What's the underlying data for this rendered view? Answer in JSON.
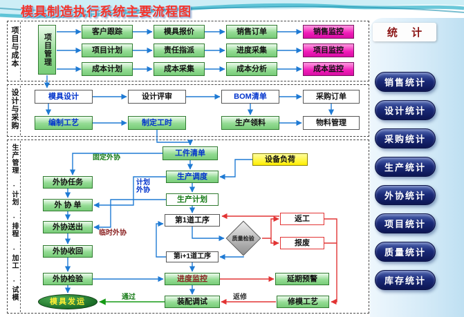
{
  "title": "模具制造执行系统主要流程图",
  "stats": {
    "header": "统 计",
    "items": [
      "销售统计",
      "设计统计",
      "采购统计",
      "生产统计",
      "外协统计",
      "项目统计",
      "质量统计",
      "库存统计"
    ]
  },
  "colors": {
    "arrow_blue": "#1e7ad4",
    "arrow_red": "#e23333",
    "arrow_green": "#159a15",
    "node_green": "#8fd98f",
    "node_magenta": "#ee22bb",
    "node_yellow": "#ffee00",
    "pill_navy": "#15246e"
  },
  "project_section": {
    "side_label": "项目与成本",
    "manager": "项目管理",
    "rows": [
      [
        "客户跟踪",
        "模具报价",
        "销售订单",
        "销售监控"
      ],
      [
        "项目计划",
        "责任指派",
        "进度采集",
        "项目监控"
      ],
      [
        "成本计划",
        "成本采集",
        "成本分析",
        "成本监控"
      ]
    ]
  },
  "design_section": {
    "side_label": "设计与采购",
    "row1": [
      "模具设计",
      "设计评审",
      "BOM清单",
      "采购订单"
    ],
    "row2": [
      "编制工艺",
      "制定工时",
      "生产领料",
      "物料管理"
    ]
  },
  "production_section": {
    "side_label": "生产管理 ·计划 ·排程 ·加工 ·试模",
    "workpiece_list": "工件清单",
    "equipment_load": "设备负荷",
    "scheduling": "生产调度",
    "plan": "生产计划",
    "process_first": "第1道工序",
    "process_next": "第i+1道工序",
    "quality_check": "质量检验",
    "rework": "返工",
    "scrap": "报废",
    "outsource_task": "外协任务",
    "outsource_order": "外 协 单",
    "outsource_send": "外协送出",
    "outsource_return": "外协收回",
    "outsource_inspect": "外协检验",
    "progress_monitor": "进度监控",
    "delay_warning": "延期预警",
    "assembly_debug": "装配调试",
    "mold_repair": "修模工艺",
    "mold_ship": "模具发运",
    "labels": {
      "fixed_outsource": "固定外协",
      "planned_outsource": "计划外协",
      "temp_outsource": "临时外协",
      "pass": "通过",
      "repair": "返修"
    }
  }
}
